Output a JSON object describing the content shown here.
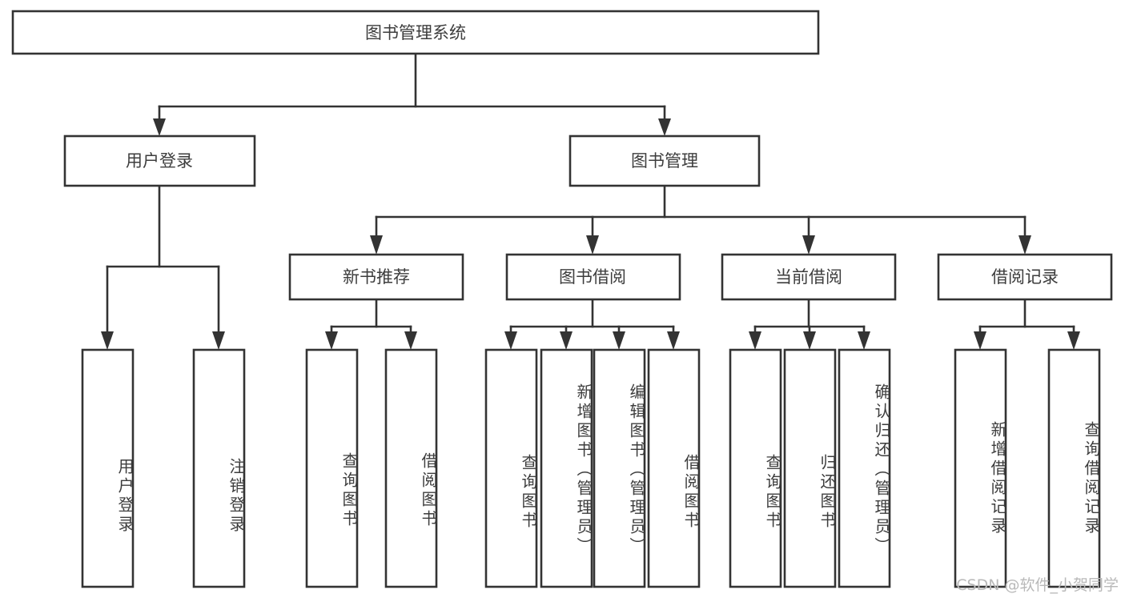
{
  "diagram": {
    "title": "图书管理系统",
    "type": "tree",
    "watermark": "CSDN @软件_小贺同学",
    "colors": {
      "stroke": "#333333",
      "box_fill": "#ffffff",
      "text": "#3d3d3d",
      "background": "#ffffff",
      "watermark": "#b9b9b9"
    },
    "root": {
      "label": "图书管理系统"
    },
    "level2": [
      {
        "label": "用户登录"
      },
      {
        "label": "图书管理"
      }
    ],
    "level3": [
      {
        "label": "新书推荐"
      },
      {
        "label": "图书借阅"
      },
      {
        "label": "当前借阅"
      },
      {
        "label": "借阅记录"
      }
    ],
    "leaves": {
      "user_login": [
        {
          "label": "用户登录"
        },
        {
          "label": "注销登录"
        }
      ],
      "new_book_recommend": [
        {
          "label": "查询图书"
        },
        {
          "label": "借阅图书"
        }
      ],
      "book_borrow": [
        {
          "label": "查询图书"
        },
        {
          "label": "新增图书（管理员）"
        },
        {
          "label": "编辑图书（管理员）"
        },
        {
          "label": "借阅图书"
        }
      ],
      "current_borrow": [
        {
          "label": "查询图书"
        },
        {
          "label": "归还图书"
        },
        {
          "label": "确认归还（管理员）"
        }
      ],
      "borrow_record": [
        {
          "label": "新增借阅记录"
        },
        {
          "label": "查询借阅记录"
        }
      ]
    }
  }
}
